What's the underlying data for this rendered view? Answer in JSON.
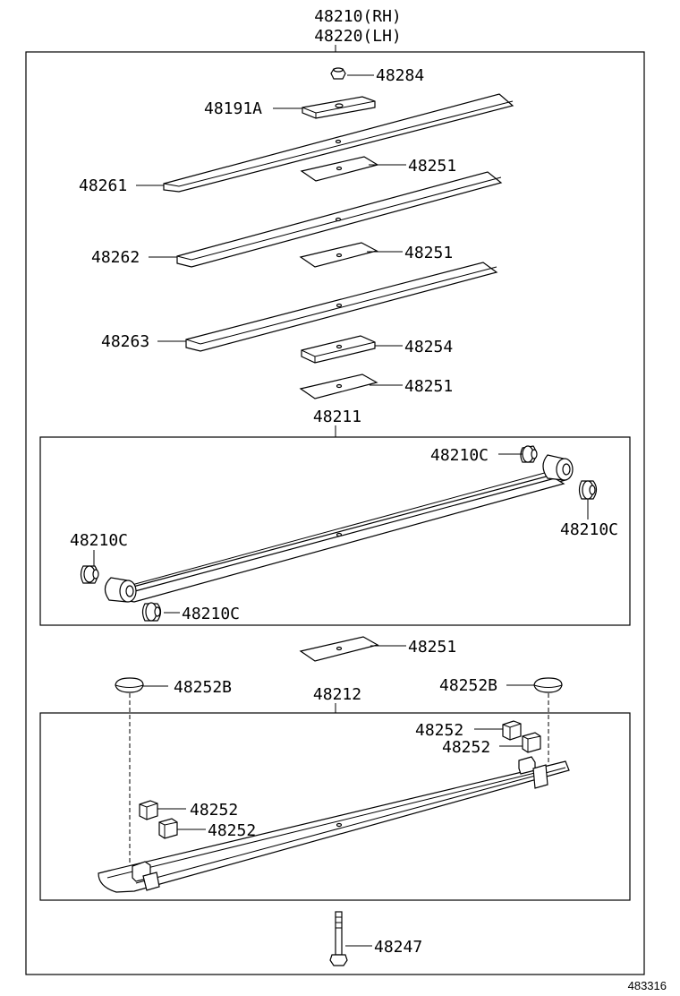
{
  "assembly": {
    "rh": "48210(RH)",
    "lh": "48220(LH)"
  },
  "labels": {
    "nut": "48284",
    "clamp_plate": "48191A",
    "leaf1": "48261",
    "insert1": "48251",
    "leaf2": "48262",
    "insert2": "48251",
    "leaf3": "48263",
    "spacer": "48254",
    "insert3": "48251",
    "main_leaf_group": "48211",
    "bushing_top_right": "48210C",
    "bushing_right": "48210C",
    "bushing_left": "48210C",
    "bushing_bottom": "48210C",
    "insert4": "48251",
    "bumper_left": "48252B",
    "bumper_right": "48252B",
    "lower_leaf_group": "48212",
    "clip_a": "48252",
    "clip_b": "48252",
    "clip_c": "48252",
    "clip_d": "48252",
    "center_bolt": "48247"
  },
  "figure_number": "483316"
}
